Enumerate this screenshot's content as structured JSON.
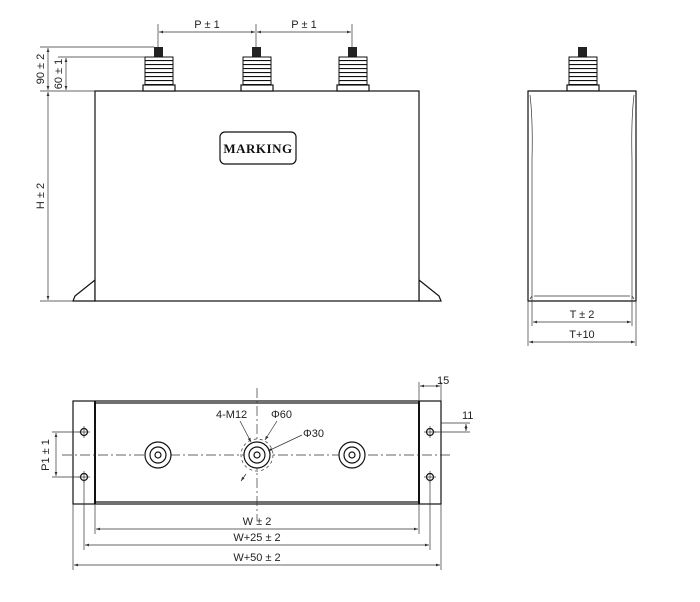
{
  "front_view": {
    "marking_label": "MARKING",
    "dim_pitch_left": "P ± 1",
    "dim_pitch_right": "P ± 1",
    "dim_total_height_top": "90 ± 2",
    "dim_terminal_height": "60 ± 1",
    "dim_body_height": "H ± 2"
  },
  "side_view": {
    "dim_thickness": "T ± 2",
    "dim_thickness_total": "T+10"
  },
  "bottom_view": {
    "dim_flange": "15",
    "dim_hole_offset": "11",
    "dim_hole_pitch": "P1 ± 1",
    "label_thread": "4-M12",
    "label_dia_60": "Φ60",
    "label_dia_30": "Φ30",
    "dim_width": "W ± 2",
    "dim_width_25": "W+25 ± 2",
    "dim_width_50": "W+50 ± 2"
  }
}
